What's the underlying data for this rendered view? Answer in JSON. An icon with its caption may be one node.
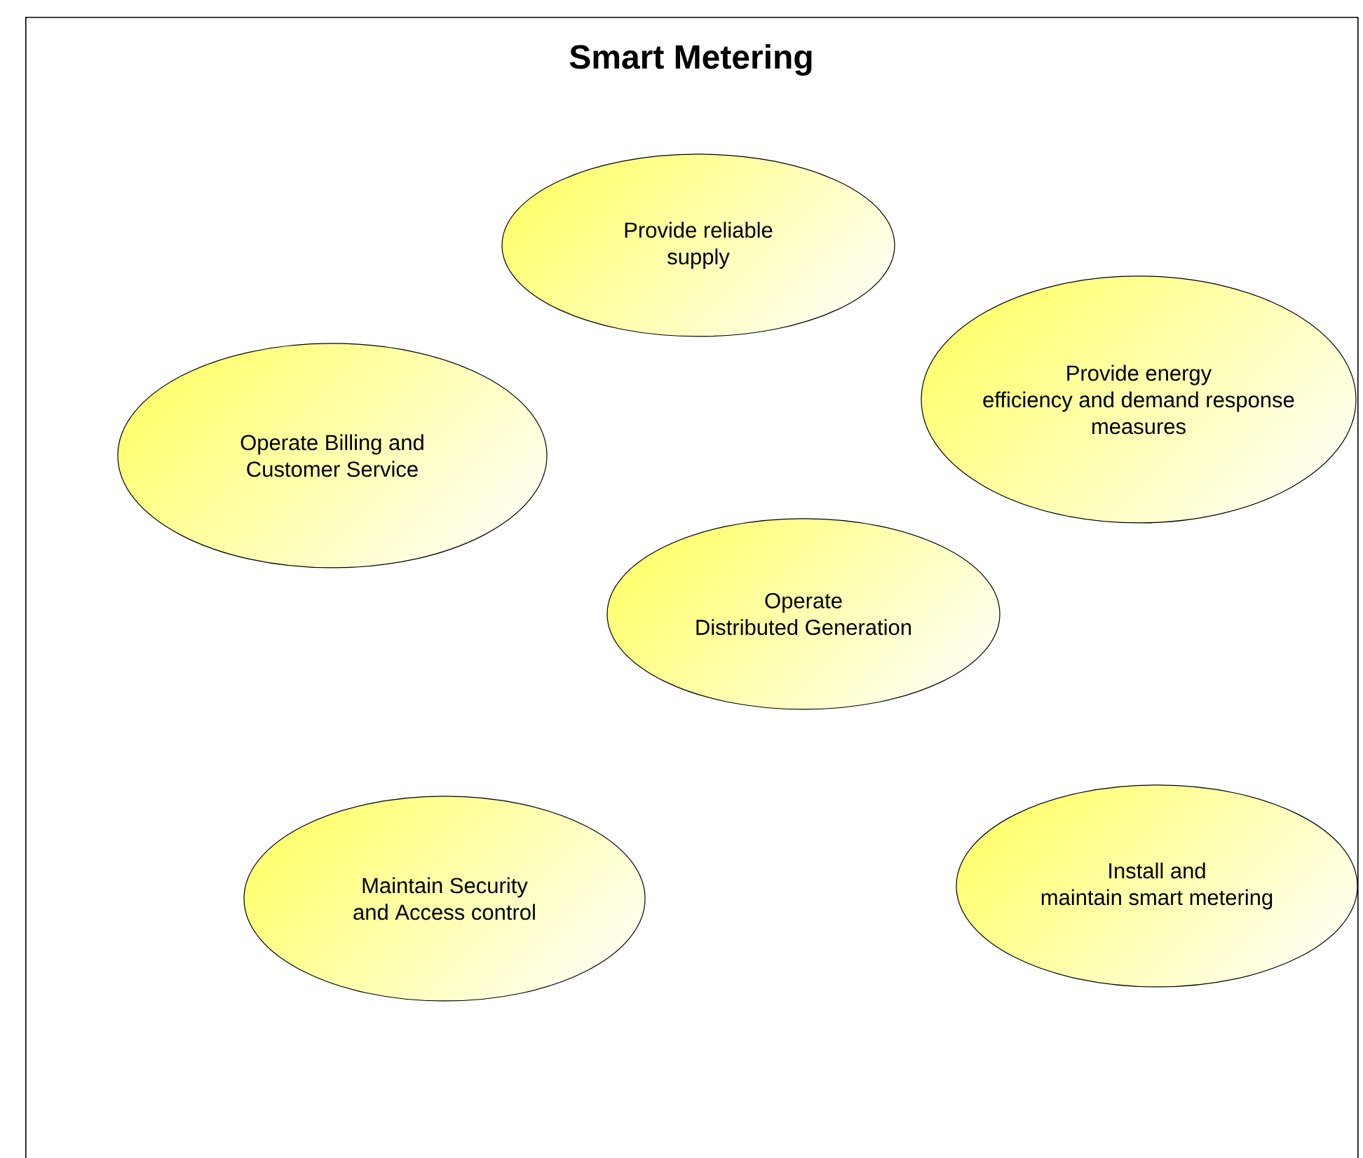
{
  "diagram": {
    "nodes": [
      {
        "text": [
          "Smart Metering"
        ]
      },
      {
        "text": [
          "Provide reliable supply"
        ],
        "in": 0
      },
      {
        "text": [
          "Provide energy efficiency and demand response measures"
        ],
        "in": 0
      },
      {
        "text": [
          "Operate Billing and Customer Service"
        ],
        "in": 0
      },
      {
        "text": [
          "Operate Distributed Generation"
        ],
        "in": 0
      },
      {
        "text": [
          "Maintain Security and Access control"
        ],
        "in": 0
      },
      {
        "text": [
          "Install and maintain smart metering"
        ],
        "in": 0
      }
    ]
  }
}
